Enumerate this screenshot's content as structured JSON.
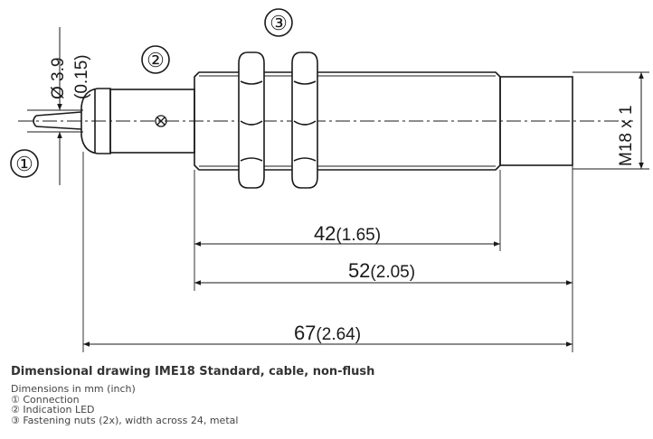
{
  "drawing": {
    "callouts": [
      "①",
      "②",
      "③"
    ],
    "diameter": {
      "main": "Ø 3.9",
      "sub": "(0.15)"
    },
    "thread": "M18 x 1",
    "dimensions": [
      {
        "main": "42",
        "sub": "(1.65)"
      },
      {
        "main": "52",
        "sub": "(2.05)"
      },
      {
        "main": "67",
        "sub": "(2.64)"
      }
    ]
  },
  "caption": {
    "title": "Dimensional drawing IME18 Standard, cable, non-flush",
    "lines": [
      "Dimensions in mm (inch)",
      "① Connection",
      "② Indication LED",
      "③ Fastening nuts (2x), width across 24, metal"
    ]
  }
}
